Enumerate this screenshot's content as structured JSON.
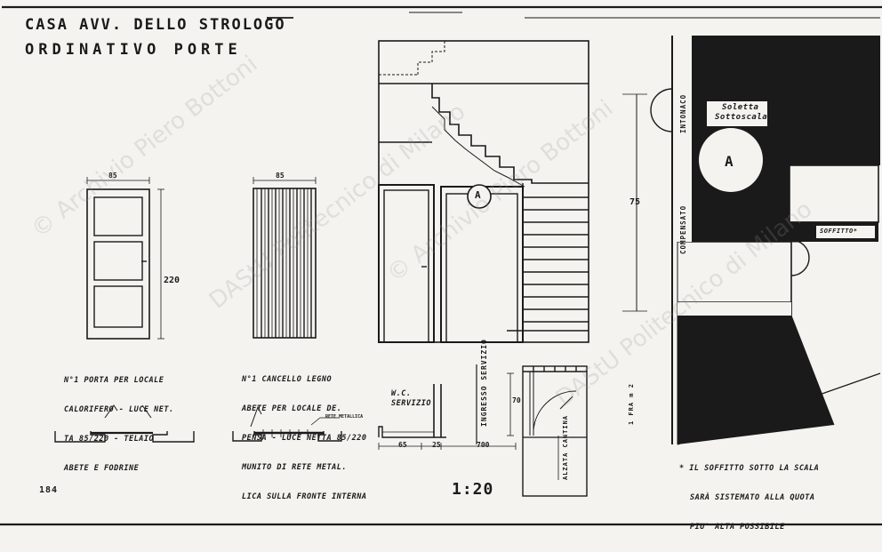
{
  "title": {
    "line1": "CASA AVV. DELLO STROLOGO",
    "line2": "ORDINATIVO PORTE"
  },
  "door1": {
    "width_label": "85",
    "height_label": "220",
    "caption_lines": [
      "N°1 PORTA PER LOCALE",
      "CALORIFERO - LUCE NET.",
      "TA 85/220 - TELAIO",
      "ABETE E FODRINE"
    ]
  },
  "door2": {
    "width_label": "85",
    "caption_lines": [
      "N°1 CANCELLO LEGNO",
      "ABETE PER LOCALE DE.",
      "PENSA - LUCE NETTA 85/220",
      "MUNITO DI RETE METAL.",
      "LICA SULLA FRONTE INTERNA"
    ],
    "net_label": "RETE METALLICA"
  },
  "elevation": {
    "marker": "A"
  },
  "plan_small": {
    "wc_label": "W.C.",
    "service_label": "SERVIZIO",
    "entrance_label": "INGRESSO SERVIZIO",
    "dim_a": "65",
    "dim_b": "25",
    "dim_c": "700",
    "dim_d": "70",
    "box_label": "ALZATA CANTINA"
  },
  "section": {
    "plaster_label": "INTONACO",
    "slab_label_1": "Soletta",
    "slab_label_2": "Sottoscala",
    "marker": "A",
    "plywood_label": "COMPENSATO",
    "ceiling_label": "SOFFITTO*",
    "height_label": "75",
    "level_label": "1 FRA m 2",
    "note_lines": [
      "* IL SOFFITTO SOTTO LA SCALA",
      "SARÀ SISTEMATO ALLA QUOTA",
      "PIU' ALTA POSSIBILE"
    ]
  },
  "scale_label": "1:20",
  "page_number": "184",
  "watermark_lines": [
    "© Archivio Piero Bottoni",
    "DAStU Politecnico di Milano"
  ]
}
